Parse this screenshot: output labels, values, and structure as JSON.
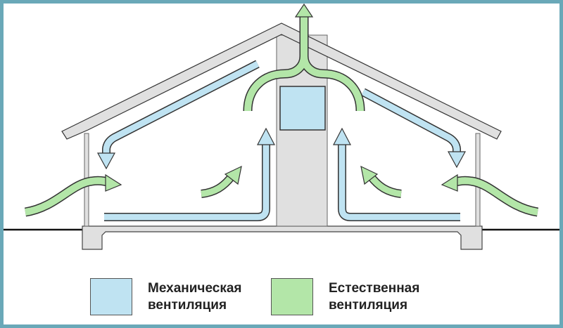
{
  "legend": {
    "mechanical": {
      "line1": "Механическая",
      "line2": "вентиляция",
      "color": "#bfe3f2"
    },
    "natural": {
      "line1": "Естественная",
      "line2": "вентиляция",
      "color": "#b3e6a8"
    }
  },
  "colors": {
    "border": "#6aa8b8",
    "structure": "#e0e0e0",
    "outline": "#3a3a3a"
  }
}
